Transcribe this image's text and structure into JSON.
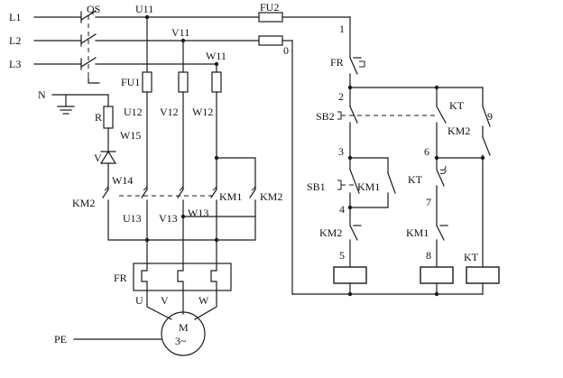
{
  "diagram": {
    "power_lines": {
      "l1": "L1",
      "l2": "L2",
      "l3": "L3",
      "neutral": "N",
      "pe": "PE"
    },
    "switches": {
      "main_switch": "QS"
    },
    "fuses": {
      "main": "FU1",
      "control": "FU2"
    },
    "nodes": {
      "u11": "U11",
      "v11": "V11",
      "w11": "W11",
      "u12": "U12",
      "v12": "V12",
      "w12": "W12",
      "u13": "U13",
      "v13": "V13",
      "w13": "W13",
      "w14": "W14",
      "w15": "W15"
    },
    "components": {
      "resistor": "R",
      "diode": "V",
      "overload": "FR",
      "contactor_km1": "KM1",
      "contactor_km2": "KM2",
      "timer": "KT",
      "stop_button": "SB2",
      "start_button": "SB1"
    },
    "motor": {
      "name": "M",
      "phase": "3~",
      "terminals": [
        "U",
        "V",
        "W"
      ]
    },
    "control_nodes": [
      "0",
      "1",
      "2",
      "3",
      "4",
      "5",
      "6",
      "7",
      "8",
      "9"
    ]
  }
}
